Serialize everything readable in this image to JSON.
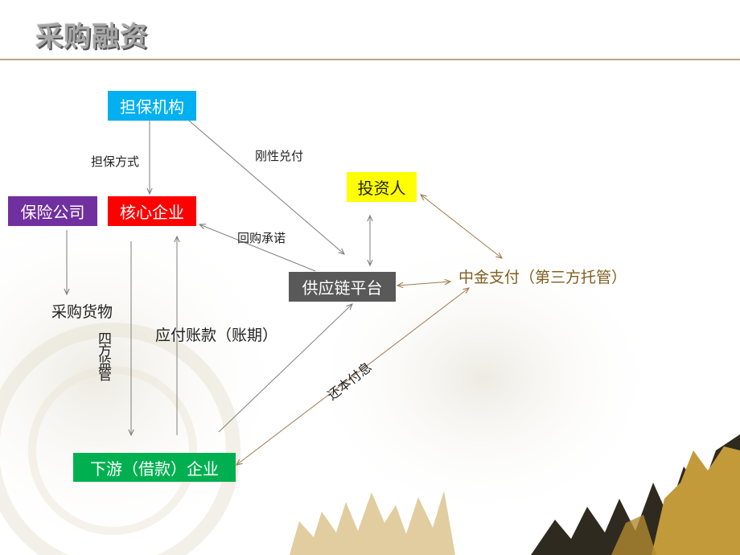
{
  "slide": {
    "title": "采购融资"
  },
  "nodes": {
    "guarantee_agency": {
      "label": "担保机构",
      "bg": "#00b0f0",
      "color": "#ffffff"
    },
    "insurance_company": {
      "label": "保险公司",
      "bg": "#7030a0",
      "color": "#ffffff"
    },
    "core_enterprise": {
      "label": "核心企业",
      "bg": "#ff0000",
      "color": "#ffffff"
    },
    "investor": {
      "label": "投资人",
      "bg": "#ffff00",
      "color": "#222222"
    },
    "supply_chain_platform": {
      "label": "供应链平台",
      "bg": "#595959",
      "color": "#ffffff"
    },
    "zhongjin_pay": {
      "label": "中金支付（第三方托管）",
      "color": "#7f5f1f"
    },
    "downstream_enterprise": {
      "label": "下游（借款）企业",
      "bg": "#00b050",
      "color": "#ffffff"
    }
  },
  "edge_labels": {
    "guarantee_method": "担保方式",
    "rigid_payment": "刚性兑付",
    "buyback_commitment": "回购承诺",
    "purchase_goods": "采购货物",
    "four_party_supervision": "四方监管",
    "accounts_payable": "应付账款（账期）",
    "repay_principal_interest": "还本付息"
  }
}
